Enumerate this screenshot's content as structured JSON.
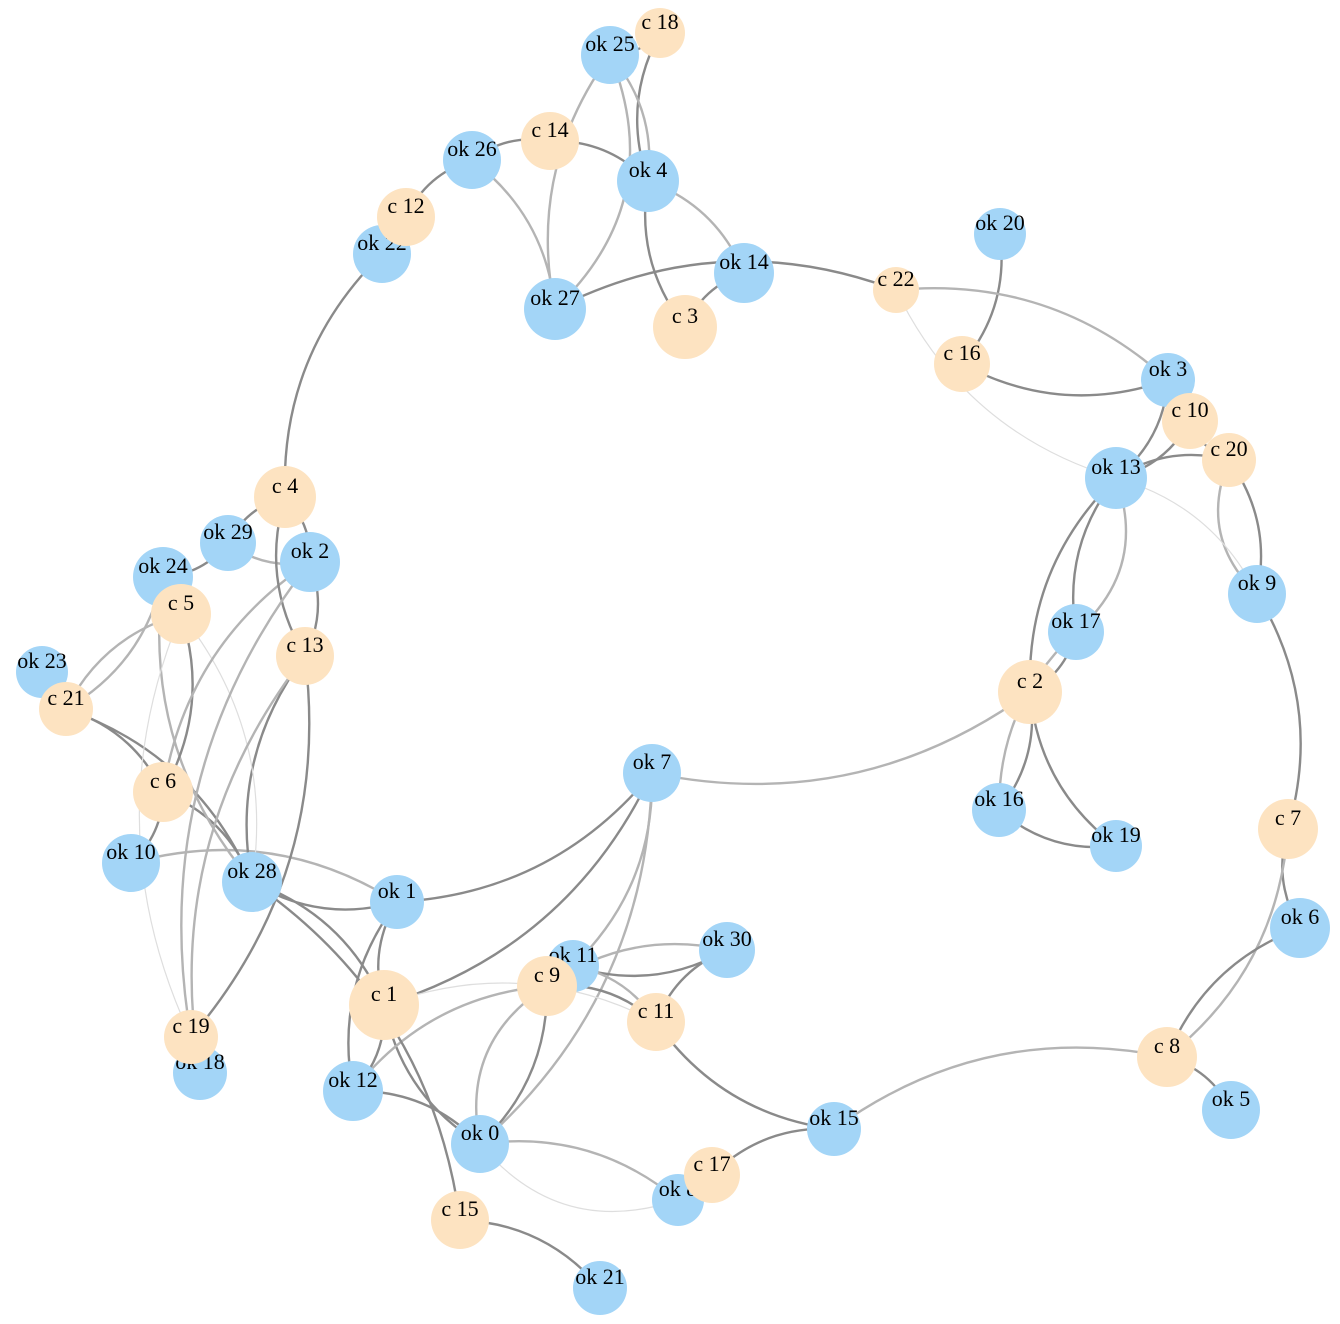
{
  "colors": {
    "ok_node": "#a3d5f7",
    "c_node": "#fde3c1",
    "edge_dark": "#8a8a8a",
    "edge_light": "#b4b4b4",
    "edge_faint": "#dedede"
  },
  "nodes": [
    {
      "id": "ok0",
      "label": "ok 0",
      "kind": "ok"
    },
    {
      "id": "ok1",
      "label": "ok 1",
      "kind": "ok"
    },
    {
      "id": "ok2",
      "label": "ok 2",
      "kind": "ok"
    },
    {
      "id": "ok3",
      "label": "ok 3",
      "kind": "ok"
    },
    {
      "id": "ok4",
      "label": "ok 4",
      "kind": "ok"
    },
    {
      "id": "ok5",
      "label": "ok 5",
      "kind": "ok"
    },
    {
      "id": "ok6",
      "label": "ok 6",
      "kind": "ok"
    },
    {
      "id": "ok7",
      "label": "ok 7",
      "kind": "ok"
    },
    {
      "id": "ok8",
      "label": "ok 8",
      "kind": "ok"
    },
    {
      "id": "ok9",
      "label": "ok 9",
      "kind": "ok"
    },
    {
      "id": "ok10",
      "label": "ok 10",
      "kind": "ok"
    },
    {
      "id": "ok11",
      "label": "ok 11",
      "kind": "ok"
    },
    {
      "id": "ok12",
      "label": "ok 12",
      "kind": "ok"
    },
    {
      "id": "ok13",
      "label": "ok 13",
      "kind": "ok"
    },
    {
      "id": "ok14",
      "label": "ok 14",
      "kind": "ok"
    },
    {
      "id": "ok15",
      "label": "ok 15",
      "kind": "ok"
    },
    {
      "id": "ok16",
      "label": "ok 16",
      "kind": "ok"
    },
    {
      "id": "ok17",
      "label": "ok 17",
      "kind": "ok"
    },
    {
      "id": "ok18",
      "label": "ok 18",
      "kind": "ok"
    },
    {
      "id": "ok19",
      "label": "ok 19",
      "kind": "ok"
    },
    {
      "id": "ok20",
      "label": "ok 20",
      "kind": "ok"
    },
    {
      "id": "ok21",
      "label": "ok 21",
      "kind": "ok"
    },
    {
      "id": "ok22",
      "label": "ok 22",
      "kind": "ok"
    },
    {
      "id": "ok23",
      "label": "ok 23",
      "kind": "ok"
    },
    {
      "id": "ok24",
      "label": "ok 24",
      "kind": "ok"
    },
    {
      "id": "ok25",
      "label": "ok 25",
      "kind": "ok"
    },
    {
      "id": "ok26",
      "label": "ok 26",
      "kind": "ok"
    },
    {
      "id": "ok27",
      "label": "ok 27",
      "kind": "ok"
    },
    {
      "id": "ok28",
      "label": "ok 28",
      "kind": "ok"
    },
    {
      "id": "ok29",
      "label": "ok 29",
      "kind": "ok"
    },
    {
      "id": "ok30",
      "label": "ok 30",
      "kind": "ok"
    },
    {
      "id": "c1",
      "label": "c 1",
      "kind": "c"
    },
    {
      "id": "c2",
      "label": "c 2",
      "kind": "c"
    },
    {
      "id": "c3",
      "label": "c 3",
      "kind": "c"
    },
    {
      "id": "c4",
      "label": "c 4",
      "kind": "c"
    },
    {
      "id": "c5",
      "label": "c 5",
      "kind": "c"
    },
    {
      "id": "c6",
      "label": "c 6",
      "kind": "c"
    },
    {
      "id": "c7",
      "label": "c 7",
      "kind": "c"
    },
    {
      "id": "c8",
      "label": "c 8",
      "kind": "c"
    },
    {
      "id": "c9",
      "label": "c 9",
      "kind": "c"
    },
    {
      "id": "c10",
      "label": "c 10",
      "kind": "c"
    },
    {
      "id": "c11",
      "label": "c 11",
      "kind": "c"
    },
    {
      "id": "c12",
      "label": "c 12",
      "kind": "c"
    },
    {
      "id": "c13",
      "label": "c 13",
      "kind": "c"
    },
    {
      "id": "c14",
      "label": "c 14",
      "kind": "c"
    },
    {
      "id": "c15",
      "label": "c 15",
      "kind": "c"
    },
    {
      "id": "c16",
      "label": "c 16",
      "kind": "c"
    },
    {
      "id": "c17",
      "label": "c 17",
      "kind": "c"
    },
    {
      "id": "c18",
      "label": "c 18",
      "kind": "c"
    },
    {
      "id": "c19",
      "label": "c 19",
      "kind": "c"
    },
    {
      "id": "c20",
      "label": "c 20",
      "kind": "c"
    },
    {
      "id": "c21",
      "label": "c 21",
      "kind": "c"
    },
    {
      "id": "c22",
      "label": "c 22",
      "kind": "c"
    }
  ],
  "edges": [
    {
      "source": "c18",
      "target": "ok25",
      "strength": "dark"
    },
    {
      "source": "c18",
      "target": "ok4",
      "strength": "dark"
    },
    {
      "source": "ok25",
      "target": "ok4",
      "strength": "light"
    },
    {
      "source": "ok25",
      "target": "ok27",
      "strength": "light"
    },
    {
      "source": "ok25",
      "target": "ok27",
      "strength": "light"
    },
    {
      "source": "c14",
      "target": "ok26",
      "strength": "dark"
    },
    {
      "source": "c14",
      "target": "ok4",
      "strength": "dark"
    },
    {
      "source": "ok26",
      "target": "c12",
      "strength": "dark"
    },
    {
      "source": "ok26",
      "target": "ok27",
      "strength": "light"
    },
    {
      "source": "ok4",
      "target": "c3",
      "strength": "dark"
    },
    {
      "source": "ok4",
      "target": "ok14",
      "strength": "light"
    },
    {
      "source": "ok14",
      "target": "c3",
      "strength": "dark"
    },
    {
      "source": "ok27",
      "target": "c22",
      "strength": "dark"
    },
    {
      "source": "ok22",
      "target": "c4",
      "strength": "dark"
    },
    {
      "source": "ok20",
      "target": "c16",
      "strength": "dark"
    },
    {
      "source": "c16",
      "target": "ok3",
      "strength": "dark"
    },
    {
      "source": "c22",
      "target": "ok3",
      "strength": "light"
    },
    {
      "source": "c22",
      "target": "ok13",
      "strength": "faint"
    },
    {
      "source": "ok3",
      "target": "ok13",
      "strength": "dark"
    },
    {
      "source": "c10",
      "target": "c20",
      "strength": "dark"
    },
    {
      "source": "c10",
      "target": "ok13",
      "strength": "dark"
    },
    {
      "source": "c20",
      "target": "ok13",
      "strength": "dark"
    },
    {
      "source": "c20",
      "target": "ok9",
      "strength": "dark"
    },
    {
      "source": "c20",
      "target": "ok9",
      "strength": "light"
    },
    {
      "source": "ok13",
      "target": "ok9",
      "strength": "faint"
    },
    {
      "source": "ok13",
      "target": "ok17",
      "strength": "dark"
    },
    {
      "source": "ok13",
      "target": "ok17",
      "strength": "light"
    },
    {
      "source": "ok13",
      "target": "c2",
      "strength": "dark"
    },
    {
      "source": "ok17",
      "target": "c2",
      "strength": "dark"
    },
    {
      "source": "ok17",
      "target": "ok16",
      "strength": "light"
    },
    {
      "source": "c2",
      "target": "ok16",
      "strength": "dark"
    },
    {
      "source": "c2",
      "target": "ok19",
      "strength": "dark"
    },
    {
      "source": "c2",
      "target": "ok7",
      "strength": "light"
    },
    {
      "source": "ok16",
      "target": "ok19",
      "strength": "dark"
    },
    {
      "source": "ok9",
      "target": "c7",
      "strength": "dark"
    },
    {
      "source": "c7",
      "target": "ok6",
      "strength": "dark"
    },
    {
      "source": "c7",
      "target": "c8",
      "strength": "light"
    },
    {
      "source": "ok6",
      "target": "c8",
      "strength": "dark"
    },
    {
      "source": "c8",
      "target": "ok5",
      "strength": "dark"
    },
    {
      "source": "c8",
      "target": "ok15",
      "strength": "light"
    },
    {
      "source": "ok15",
      "target": "c11",
      "strength": "dark"
    },
    {
      "source": "ok15",
      "target": "c17",
      "strength": "dark"
    },
    {
      "source": "c17",
      "target": "ok8",
      "strength": "dark"
    },
    {
      "source": "ok8",
      "target": "ok0",
      "strength": "light"
    },
    {
      "source": "ok8",
      "target": "ok0",
      "strength": "faint"
    },
    {
      "source": "ok0",
      "target": "c9",
      "strength": "dark"
    },
    {
      "source": "ok0",
      "target": "c9",
      "strength": "light"
    },
    {
      "source": "ok0",
      "target": "ok7",
      "strength": "light"
    },
    {
      "source": "ok0",
      "target": "c1",
      "strength": "dark"
    },
    {
      "source": "ok0",
      "target": "ok12",
      "strength": "dark"
    },
    {
      "source": "ok12",
      "target": "c9",
      "strength": "light"
    },
    {
      "source": "ok12",
      "target": "c1",
      "strength": "dark"
    },
    {
      "source": "ok12",
      "target": "ok1",
      "strength": "dark"
    },
    {
      "source": "c9",
      "target": "ok11",
      "strength": "dark"
    },
    {
      "source": "c9",
      "target": "c11",
      "strength": "dark"
    },
    {
      "source": "ok11",
      "target": "ok30",
      "strength": "dark"
    },
    {
      "source": "ok11",
      "target": "c11",
      "strength": "light"
    },
    {
      "source": "ok30",
      "target": "c11",
      "strength": "dark"
    },
    {
      "source": "c9",
      "target": "ok30",
      "strength": "light"
    },
    {
      "source": "c1",
      "target": "ok7",
      "strength": "dark"
    },
    {
      "source": "c1",
      "target": "ok1",
      "strength": "dark"
    },
    {
      "source": "c1",
      "target": "ok28",
      "strength": "dark"
    },
    {
      "source": "c1",
      "target": "c11",
      "strength": "faint"
    },
    {
      "source": "ok1",
      "target": "ok7",
      "strength": "dark"
    },
    {
      "source": "ok1",
      "target": "ok28",
      "strength": "dark"
    },
    {
      "source": "ok1",
      "target": "ok10",
      "strength": "light"
    },
    {
      "source": "ok28",
      "target": "c15",
      "strength": "dark"
    },
    {
      "source": "ok28",
      "target": "c6",
      "strength": "dark"
    },
    {
      "source": "ok28",
      "target": "c13",
      "strength": "dark"
    },
    {
      "source": "ok28",
      "target": "c21",
      "strength": "dark"
    },
    {
      "source": "ok28",
      "target": "ok24",
      "strength": "light"
    },
    {
      "source": "ok28",
      "target": "c5",
      "strength": "faint"
    },
    {
      "source": "c15",
      "target": "ok21",
      "strength": "dark"
    },
    {
      "source": "c6",
      "target": "c5",
      "strength": "dark"
    },
    {
      "source": "c6",
      "target": "ok10",
      "strength": "dark"
    },
    {
      "source": "c6",
      "target": "c21",
      "strength": "dark"
    },
    {
      "source": "c6",
      "target": "ok2",
      "strength": "light"
    },
    {
      "source": "c21",
      "target": "ok23",
      "strength": "dark"
    },
    {
      "source": "c21",
      "target": "c5",
      "strength": "light"
    },
    {
      "source": "c21",
      "target": "ok24",
      "strength": "light"
    },
    {
      "source": "c5",
      "target": "ok24",
      "strength": "dark"
    },
    {
      "source": "ok24",
      "target": "ok29",
      "strength": "dark"
    },
    {
      "source": "ok29",
      "target": "c4",
      "strength": "dark"
    },
    {
      "source": "ok29",
      "target": "ok2",
      "strength": "light"
    },
    {
      "source": "c4",
      "target": "ok2",
      "strength": "dark"
    },
    {
      "source": "c4",
      "target": "c13",
      "strength": "dark"
    },
    {
      "source": "ok2",
      "target": "c13",
      "strength": "dark"
    },
    {
      "source": "ok2",
      "target": "c19",
      "strength": "light"
    },
    {
      "source": "c13",
      "target": "c19",
      "strength": "dark"
    },
    {
      "source": "c13",
      "target": "ok18",
      "strength": "light"
    },
    {
      "source": "c19",
      "target": "c5",
      "strength": "faint"
    },
    {
      "source": "c12",
      "target": "ok22",
      "strength": "dark"
    },
    {
      "source": "ok7",
      "target": "ok11",
      "strength": "light"
    }
  ]
}
